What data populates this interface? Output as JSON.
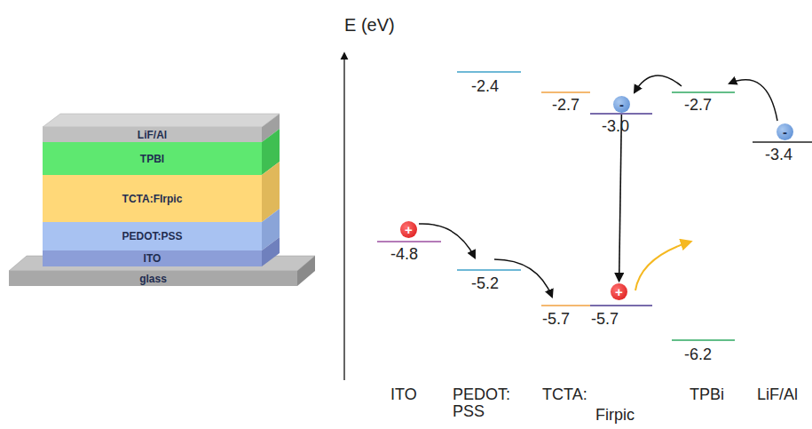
{
  "diagram": {
    "nodes": [
      {
        "text": [
          "LiF/Al"
        ]
      },
      {
        "text": [
          "TPBI"
        ]
      },
      {
        "text": [
          "TCTA:FIrpic"
        ]
      },
      {
        "text": [
          "PEDOT:PSS"
        ]
      },
      {
        "text": [
          "ITO"
        ]
      },
      {
        "text": [
          "glass"
        ]
      },
      {
        "text": [
          "-"
        ]
      },
      {
        "text": [
          "-"
        ]
      },
      {
        "text": [
          "+"
        ]
      },
      {
        "text": [
          "+"
        ]
      }
    ],
    "edges": [
      {
        "from": 6,
        "to": 9,
        "arrow": "to"
      }
    ],
    "labels": [
      "E (eV)",
      "-2.4",
      "-2.7",
      "-3.0",
      "-2.7",
      "-3.4",
      "-4.8",
      "-5.2",
      "-5.7",
      "-5.7",
      "-6.2",
      "ITO",
      "PEDOT: PSS",
      "TCTA:",
      "Firpic",
      "TPBi",
      "LiF/Al"
    ]
  }
}
